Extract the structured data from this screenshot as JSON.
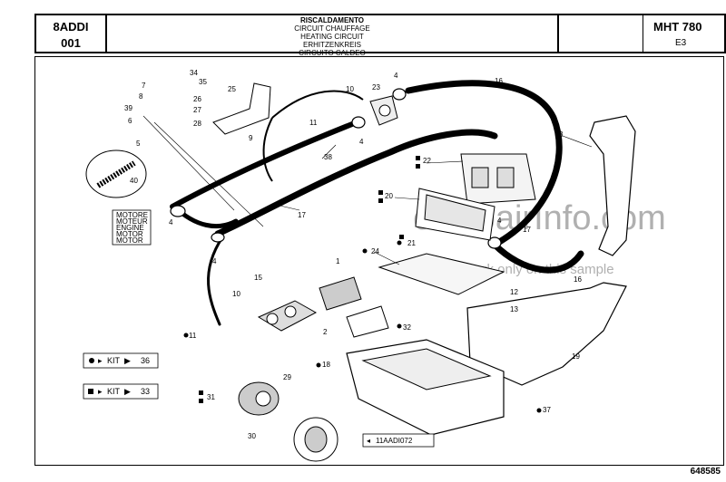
{
  "header": {
    "code_line1": "8ADDI",
    "code_line2": "001",
    "title_lines": [
      "RISCALDAMENTO",
      "CIRCUIT CHAUFFAGE",
      "HEATING CIRCUIT",
      "ERHITZENKREIS",
      "CIRCUITO CALDEO"
    ],
    "model": "MHT 780",
    "revision": "E3"
  },
  "motor_box": [
    "MOTORE",
    "MOTEUR",
    "ENGINE",
    "MOTOR",
    "MOTOR"
  ],
  "kits": [
    {
      "symbol": "circle",
      "text": "KIT",
      "number": "36"
    },
    {
      "symbol": "square",
      "text": "KIT",
      "number": "33"
    }
  ],
  "reference_tag": "11AADI072",
  "watermark": {
    "big": "eRepairInfo.com",
    "small": "watermark only on this sample"
  },
  "callouts": [
    "1",
    "2",
    "3",
    "4",
    "4",
    "4",
    "4",
    "4",
    "5",
    "6",
    "7",
    "8",
    "9",
    "10",
    "10",
    "11",
    "11",
    "12",
    "13",
    "15",
    "16",
    "16",
    "17",
    "17",
    "18",
    "19",
    "20",
    "21",
    "22",
    "23",
    "24",
    "25",
    "26",
    "27",
    "28",
    "29",
    "30",
    "31",
    "32",
    "34",
    "35",
    "37",
    "38",
    "39",
    "40"
  ],
  "footer_code": "648585"
}
